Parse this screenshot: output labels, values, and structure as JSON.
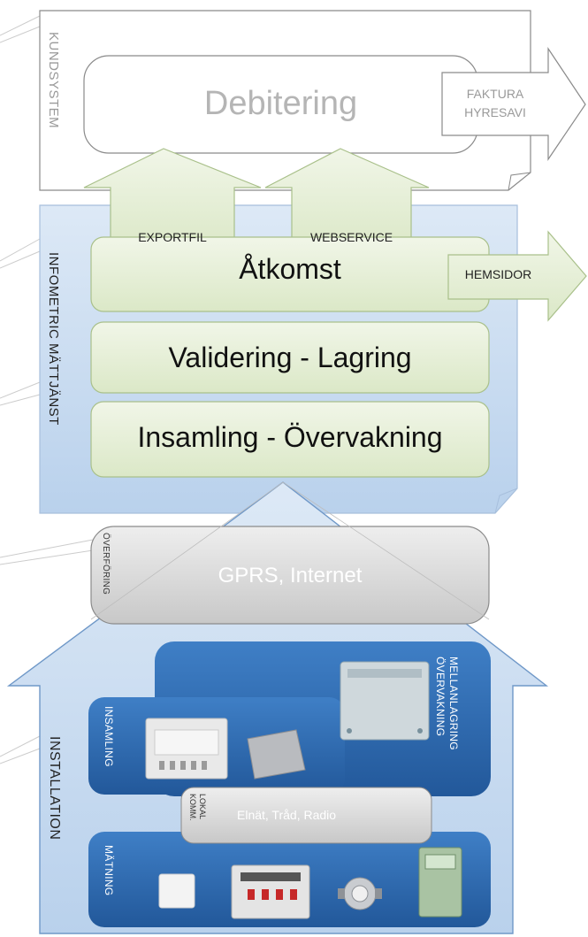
{
  "kundsystem": {
    "side_label": "KUNDSYSTEM",
    "debitering": "Debitering",
    "output_arrow": [
      "FAKTURA",
      "HYRESAVI"
    ]
  },
  "infometric": {
    "side_label": "INFOMETRIC MÄTTJÄNST",
    "exportfil": "EXPORTFIL",
    "webservice": "WEBSERVICE",
    "atkomst": "Åtkomst",
    "hemsidor": "HEMSIDOR",
    "validering": "Validering - Lagring",
    "insamling_overvakning": "Insamling - Övervakning"
  },
  "transfer": {
    "side_label": "ÖVERFÖRING",
    "network": "GPRS, Internet"
  },
  "installation": {
    "side_label": "INSTALLATION",
    "insamling": "INSAMLING",
    "mellanlagring": [
      "MELLANLAGRING",
      "ÖVERVAKNING"
    ],
    "lokal_komm": [
      "LOKAL",
      "KOMM."
    ],
    "local_network": "Elnät, Tråd, Radio",
    "matning": "MÄTNING"
  },
  "colors": {
    "light_green": "#e6f0d6",
    "green_border": "#a9c08a",
    "blue_panel": "#cfe0f2",
    "dark_blue": "#2f6db3",
    "gray_pill": "#d6d6d6"
  }
}
